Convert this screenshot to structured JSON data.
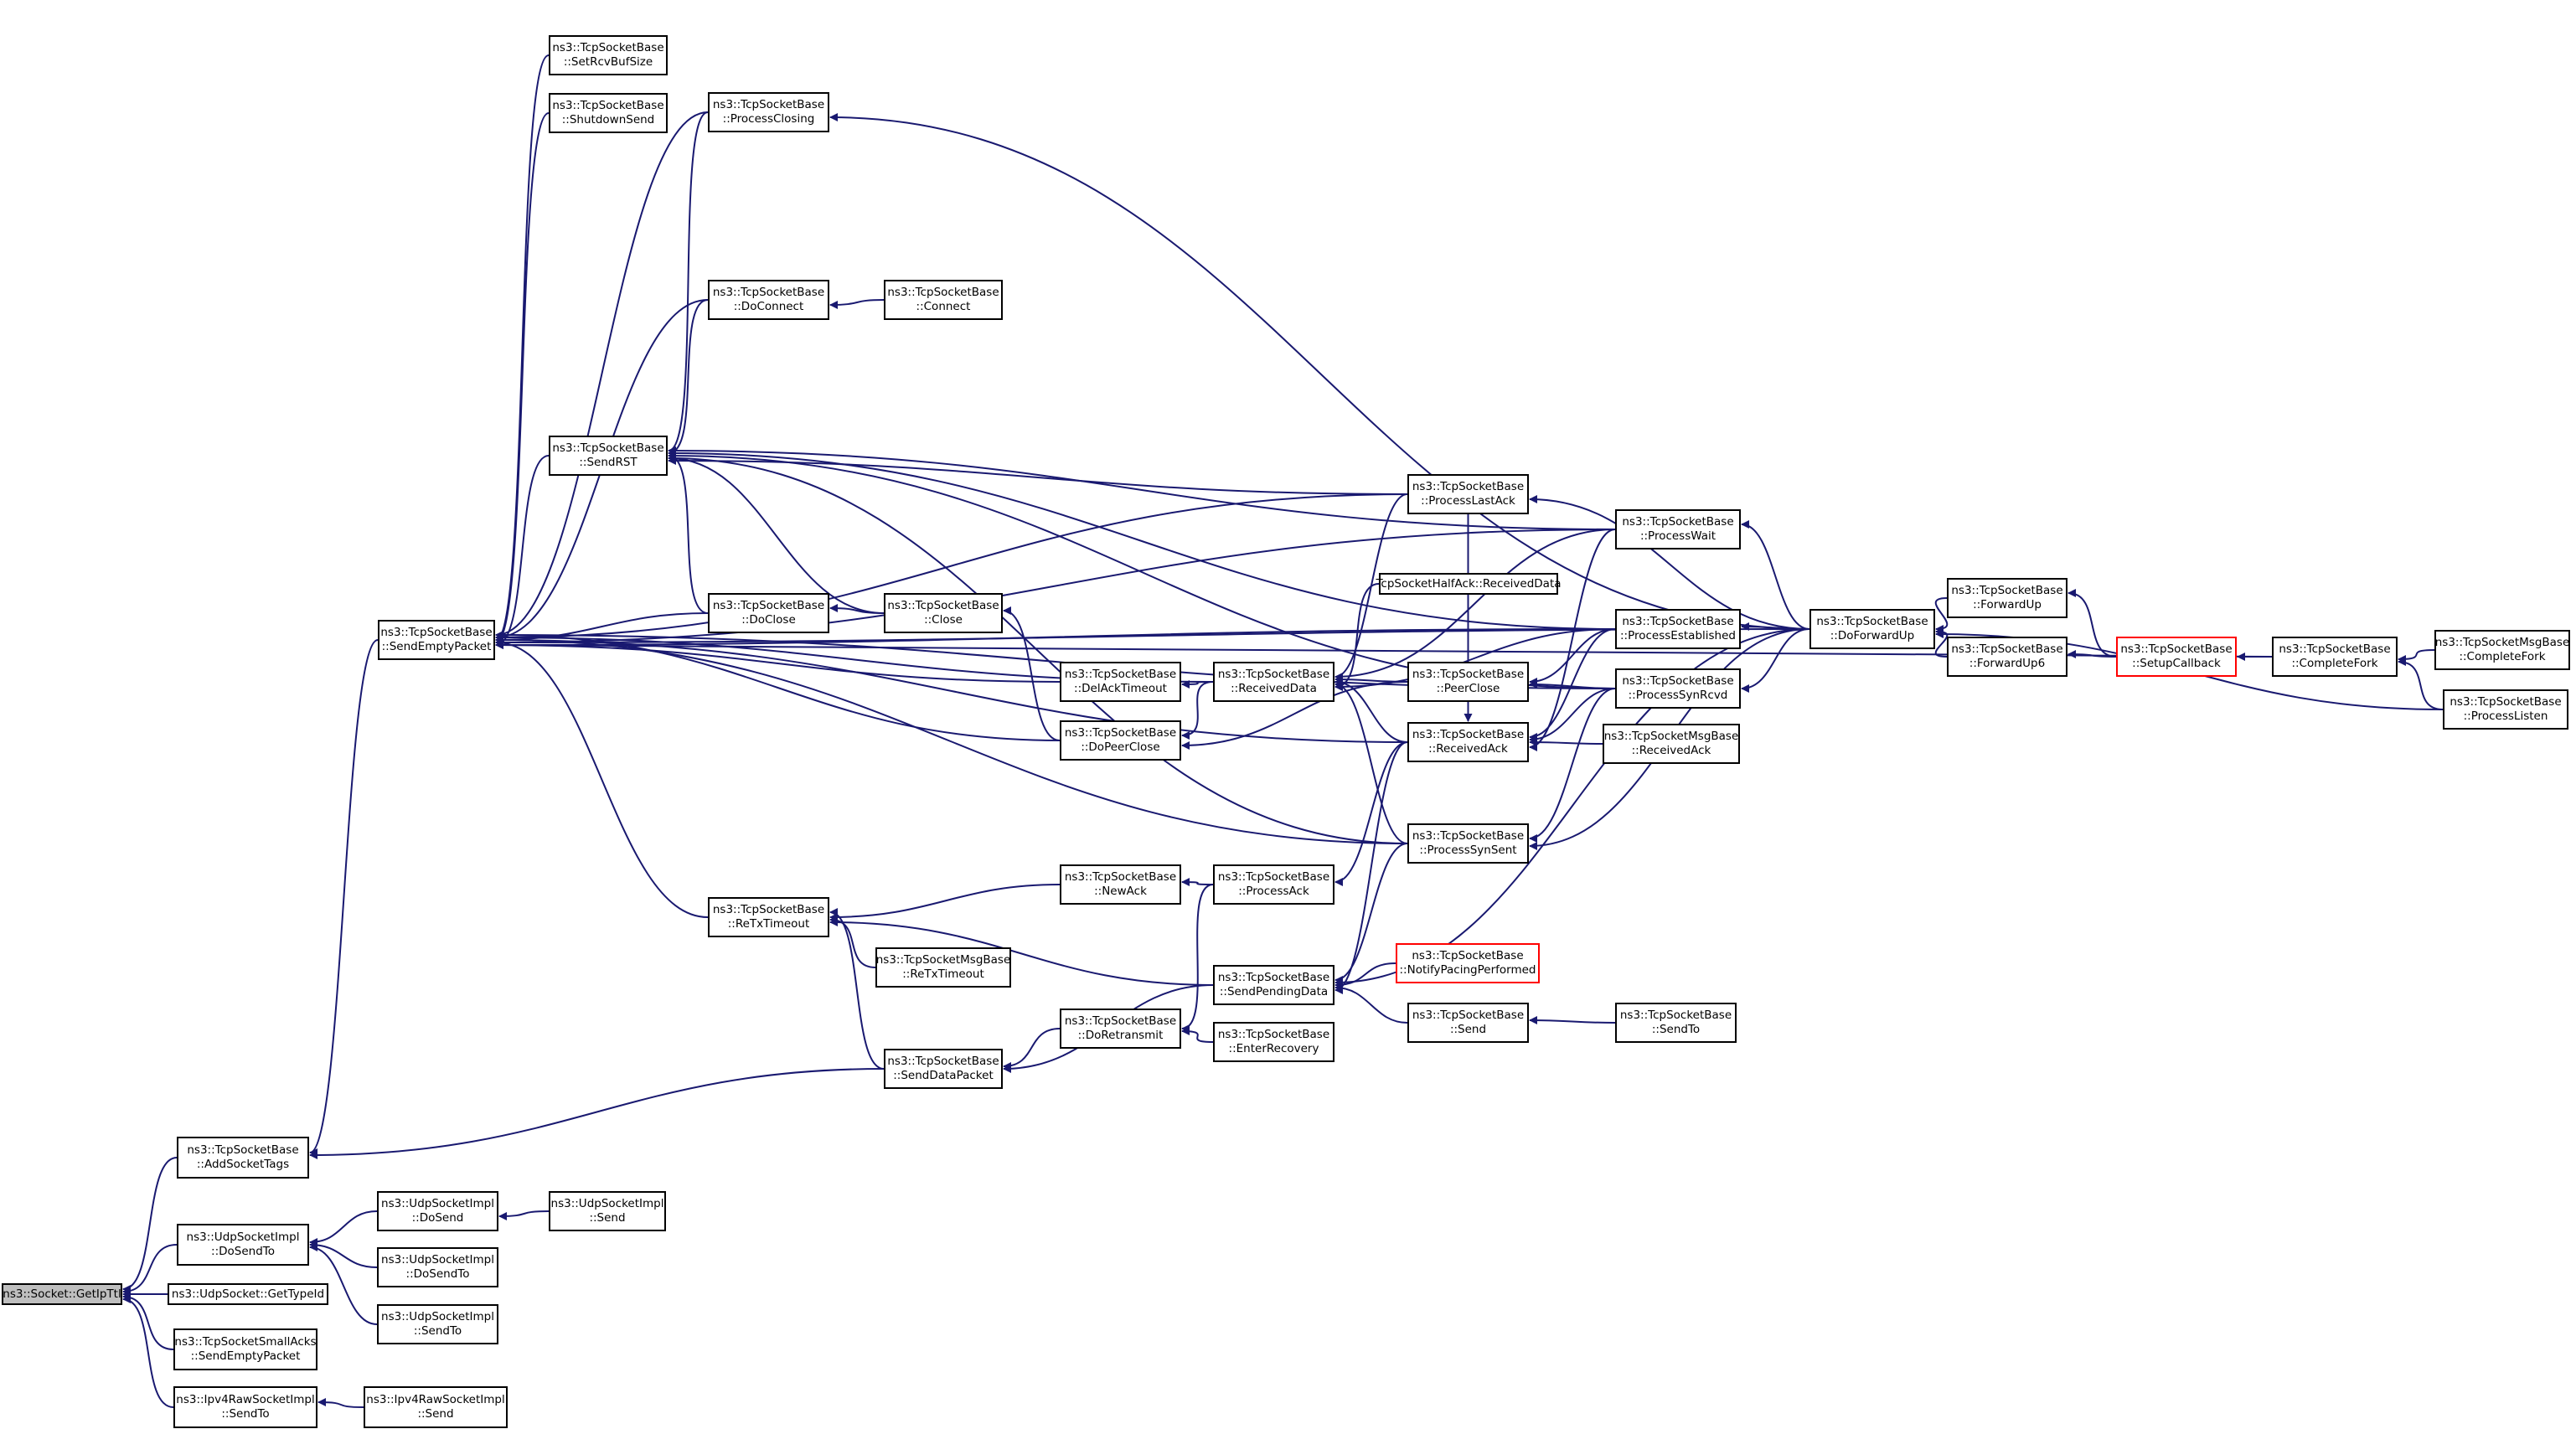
{
  "colors": {
    "edge": "#191970",
    "border": "#000000",
    "truncated_border": "#ff0000",
    "root_fill": "#bfbfbf"
  },
  "nodes": {
    "getipttl": {
      "l1": "ns3::Socket::GetIpTtl",
      "l2": ""
    },
    "addsockettags": {
      "l1": "ns3::TcpSocketBase",
      "l2": "::AddSocketTags"
    },
    "udp_dosendto": {
      "l1": "ns3::UdpSocketImpl",
      "l2": "::DoSendTo"
    },
    "udp_gettypeid": {
      "l1": "ns3::UdpSocket::GetTypeId",
      "l2": ""
    },
    "smallacks": {
      "l1": "ns3::TcpSocketSmallAcks",
      "l2": "::SendEmptyPacket"
    },
    "ipv4raw_sendto": {
      "l1": "ns3::Ipv4RawSocketImpl",
      "l2": "::SendTo"
    },
    "ipv4raw_send": {
      "l1": "ns3::Ipv4RawSocketImpl",
      "l2": "::Send"
    },
    "udp_dosend": {
      "l1": "ns3::UdpSocketImpl",
      "l2": "::DoSend"
    },
    "udp_send": {
      "l1": "ns3::UdpSocketImpl",
      "l2": "::Send"
    },
    "udp_dosendto2": {
      "l1": "ns3::UdpSocketImpl",
      "l2": "::DoSendTo"
    },
    "udp_sendto": {
      "l1": "ns3::UdpSocketImpl",
      "l2": "::SendTo"
    },
    "sendemptypacket": {
      "l1": "ns3::TcpSocketBase",
      "l2": "::SendEmptyPacket"
    },
    "setrcvbufsize": {
      "l1": "ns3::TcpSocketBase",
      "l2": "::SetRcvBufSize"
    },
    "shutdownsend": {
      "l1": "ns3::TcpSocketBase",
      "l2": "::ShutdownSend"
    },
    "sendrst": {
      "l1": "ns3::TcpSocketBase",
      "l2": "::SendRST"
    },
    "processclosing": {
      "l1": "ns3::TcpSocketBase",
      "l2": "::ProcessClosing"
    },
    "doconnect": {
      "l1": "ns3::TcpSocketBase",
      "l2": "::DoConnect"
    },
    "connect": {
      "l1": "ns3::TcpSocketBase",
      "l2": "::Connect"
    },
    "doclose": {
      "l1": "ns3::TcpSocketBase",
      "l2": "::DoClose"
    },
    "close": {
      "l1": "ns3::TcpSocketBase",
      "l2": "::Close"
    },
    "retxtimeout": {
      "l1": "ns3::TcpSocketBase",
      "l2": "::ReTxTimeout"
    },
    "msg_retxtimeout": {
      "l1": "ns3::TcpSocketMsgBase",
      "l2": "::ReTxTimeout"
    },
    "senddatapacket": {
      "l1": "ns3::TcpSocketBase",
      "l2": "::SendDataPacket"
    },
    "delacktimeout": {
      "l1": "ns3::TcpSocketBase",
      "l2": "::DelAckTimeout"
    },
    "dopeerclose": {
      "l1": "ns3::TcpSocketBase",
      "l2": "::DoPeerClose"
    },
    "newack": {
      "l1": "ns3::TcpSocketBase",
      "l2": "::NewAck"
    },
    "doretransmit": {
      "l1": "ns3::TcpSocketBase",
      "l2": "::DoRetransmit"
    },
    "receiveddata": {
      "l1": "ns3::TcpSocketBase",
      "l2": "::ReceivedData"
    },
    "processack": {
      "l1": "ns3::TcpSocketBase",
      "l2": "::ProcessAck"
    },
    "sendpendingdata": {
      "l1": "ns3::TcpSocketBase",
      "l2": "::SendPendingData"
    },
    "enterrecovery": {
      "l1": "ns3::TcpSocketBase",
      "l2": "::EnterRecovery"
    },
    "processlastack": {
      "l1": "ns3::TcpSocketBase",
      "l2": "::ProcessLastAck"
    },
    "halfack": {
      "l1": "TcpSocketHalfAck::ReceivedData",
      "l2": ""
    },
    "peerclose": {
      "l1": "ns3::TcpSocketBase",
      "l2": "::PeerClose"
    },
    "receivedack": {
      "l1": "ns3::TcpSocketBase",
      "l2": "::ReceivedAck"
    },
    "processsynsent": {
      "l1": "ns3::TcpSocketBase",
      "l2": "::ProcessSynSent"
    },
    "notifypacing": {
      "l1": "ns3::TcpSocketBase",
      "l2": "::NotifyPacingPerformed"
    },
    "tcp_send": {
      "l1": "ns3::TcpSocketBase",
      "l2": "::Send"
    },
    "processwait": {
      "l1": "ns3::TcpSocketBase",
      "l2": "::ProcessWait"
    },
    "processestablished": {
      "l1": "ns3::TcpSocketBase",
      "l2": "::ProcessEstablished"
    },
    "processsynrcvd": {
      "l1": "ns3::TcpSocketBase",
      "l2": "::ProcessSynRcvd"
    },
    "msg_receivedack": {
      "l1": "ns3::TcpSocketMsgBase",
      "l2": "::ReceivedAck"
    },
    "tcp_sendto": {
      "l1": "ns3::TcpSocketBase",
      "l2": "::SendTo"
    },
    "doforwardup": {
      "l1": "ns3::TcpSocketBase",
      "l2": "::DoForwardUp"
    },
    "forwardup": {
      "l1": "ns3::TcpSocketBase",
      "l2": "::ForwardUp"
    },
    "forwardup6": {
      "l1": "ns3::TcpSocketBase",
      "l2": "::ForwardUp6"
    },
    "setupcallback": {
      "l1": "ns3::TcpSocketBase",
      "l2": "::SetupCallback"
    },
    "completefork": {
      "l1": "ns3::TcpSocketBase",
      "l2": "::CompleteFork"
    },
    "msg_completefork": {
      "l1": "ns3::TcpSocketMsgBase",
      "l2": "::CompleteFork"
    },
    "processlisten": {
      "l1": "ns3::TcpSocketBase",
      "l2": "::ProcessListen"
    }
  }
}
